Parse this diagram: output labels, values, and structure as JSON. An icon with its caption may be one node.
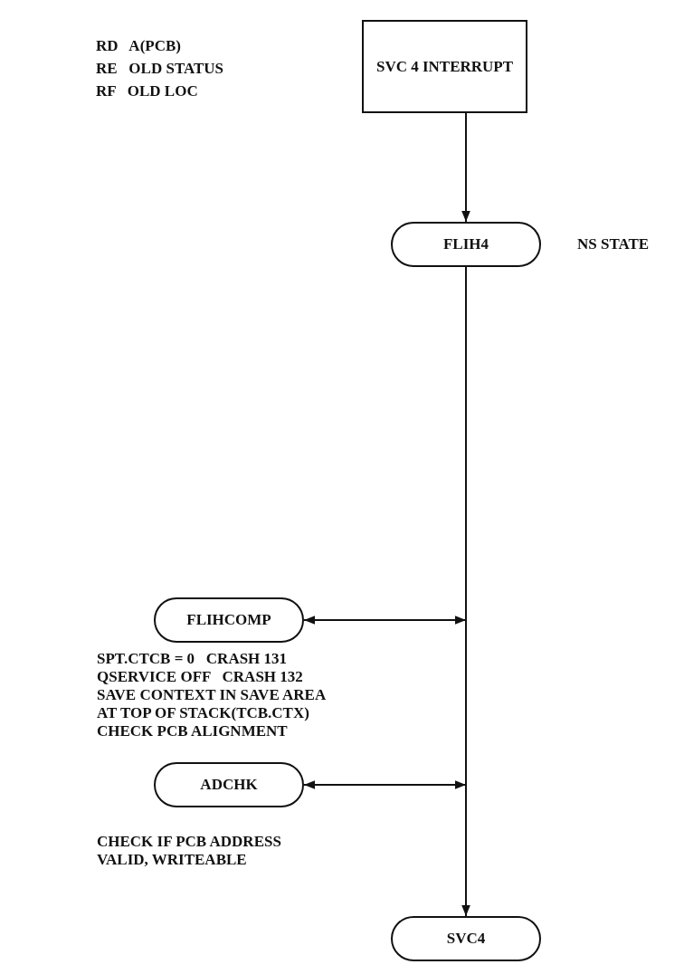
{
  "diagram": {
    "nodes": [
      {
        "text": [
          "SVC 4 INTERRUPT"
        ]
      },
      {
        "text": [
          "FLIH4"
        ],
        "beside": [
          "NS STATE"
        ]
      },
      {
        "text": [
          "FLIHCOMP"
        ],
        "beside": [
          "SPT.CTCB = 0   CRASH 131",
          "QSERVICE OFF   CRASH 132",
          "SAVE CONTEXT IN SAVE AREA",
          "AT TOP OF STACK(TCB.CTX)",
          "CHECK PCB ALIGNMENT"
        ]
      },
      {
        "text": [
          "ADCHK"
        ],
        "beside": [
          "CHECK IF PCB ADDRESS",
          "VALID, WRITEABLE"
        ]
      },
      {
        "text": [
          "SVC4"
        ]
      }
    ],
    "edges": [
      {
        "from": 0,
        "to": 1,
        "arrow": "to"
      },
      {
        "from": 1,
        "to": 4,
        "arrow": "to"
      },
      {
        "from": null,
        "to": 2,
        "arrow": "both"
      },
      {
        "from": null,
        "to": 3,
        "arrow": "both"
      }
    ],
    "labels": [
      "RD   A(PCB)",
      "RE   OLD STATUS",
      "RF   OLD LOC"
    ]
  }
}
